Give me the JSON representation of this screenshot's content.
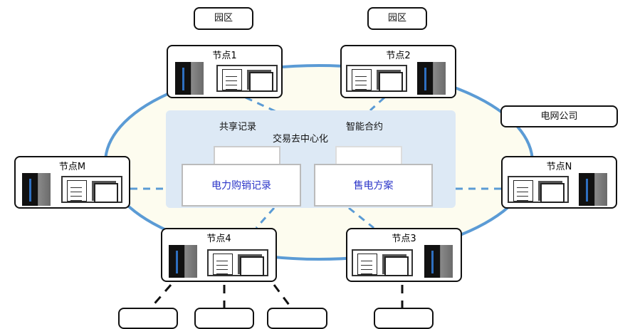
{
  "park_labels": [
    "园区",
    "园区"
  ],
  "grid_company": "电网公司",
  "nodes": {
    "n1": "节点1",
    "n2": "节点2",
    "nm": "节点M",
    "nn": "节点N",
    "n4": "节点4",
    "n3": "节点3"
  },
  "center": {
    "shared_records": "共享记录",
    "smart_contract": "智能合约",
    "decentralized": "交易去中心化",
    "purchase_records": "电力购销记录",
    "sales_plan": "售电方案"
  },
  "colors": {
    "ring": "#5b9bd5",
    "panel": "#dde9f5",
    "inner_text": "#2b35c8"
  }
}
